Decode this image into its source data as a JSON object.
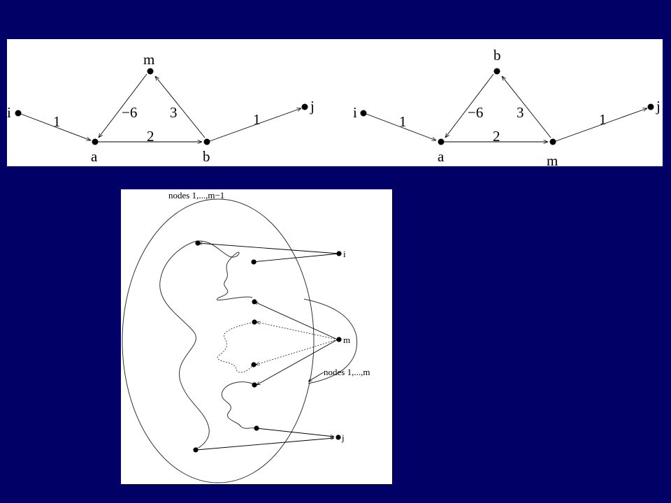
{
  "top_diagram": {
    "left": {
      "nodes": {
        "i": "i",
        "a": "a",
        "b": "b",
        "m": "m",
        "j": "j"
      },
      "weights": {
        "i_a": "1",
        "a_m": "−6",
        "b_m": "3",
        "a_b": "2",
        "b_j": "1"
      }
    },
    "right": {
      "nodes": {
        "i": "i",
        "a": "a",
        "b": "b",
        "m": "m",
        "j": "j"
      },
      "weights": {
        "i_a": "1",
        "a_b": "−6",
        "m_b": "3",
        "a_m": "2",
        "m_j": "1"
      }
    }
  },
  "bottom_diagram": {
    "set_labels": {
      "inner": "nodes 1,...,m−1",
      "outer": "nodes 1,...,m"
    },
    "nodes": {
      "i": "i",
      "m": "m",
      "j": "j"
    }
  }
}
